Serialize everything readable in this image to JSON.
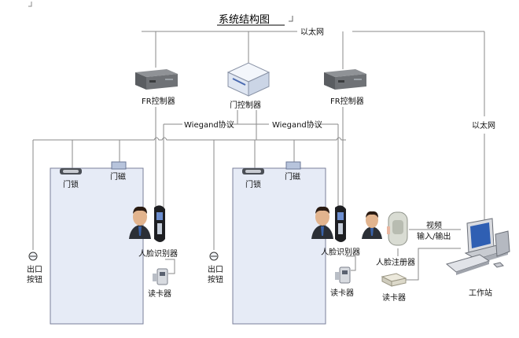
{
  "title": "系统结构图",
  "labels": {
    "ethernet_top": "以太网",
    "ethernet_right": "以太网",
    "fr_controller_left": "FR控制器",
    "door_controller": "门控制器",
    "fr_controller_right": "FR控制器",
    "wiegand_left": "Wiegand协议",
    "wiegand_right": "Wiegand协议",
    "door_lock_left": "门锁",
    "door_magnet_left": "门磁",
    "door_lock_right": "门锁",
    "door_magnet_right": "门磁",
    "face_reader_left": "人脸识别器",
    "face_reader_right": "人脸识别器",
    "exit_button_left_1": "出口",
    "exit_button_left_2": "按钮",
    "exit_button_right_1": "出口",
    "exit_button_right_2": "按钮",
    "card_reader_left": "读卡器",
    "card_reader_right": "读卡器",
    "card_reader_reg": "读卡器",
    "face_register": "人脸注册器",
    "video_1": "视频",
    "video_2": "输入/输出",
    "workstation": "工作站"
  },
  "colors": {
    "room_fill": "#e6ebf6",
    "room_stroke": "#7a7f9a",
    "wire": "#8a8a8a"
  }
}
